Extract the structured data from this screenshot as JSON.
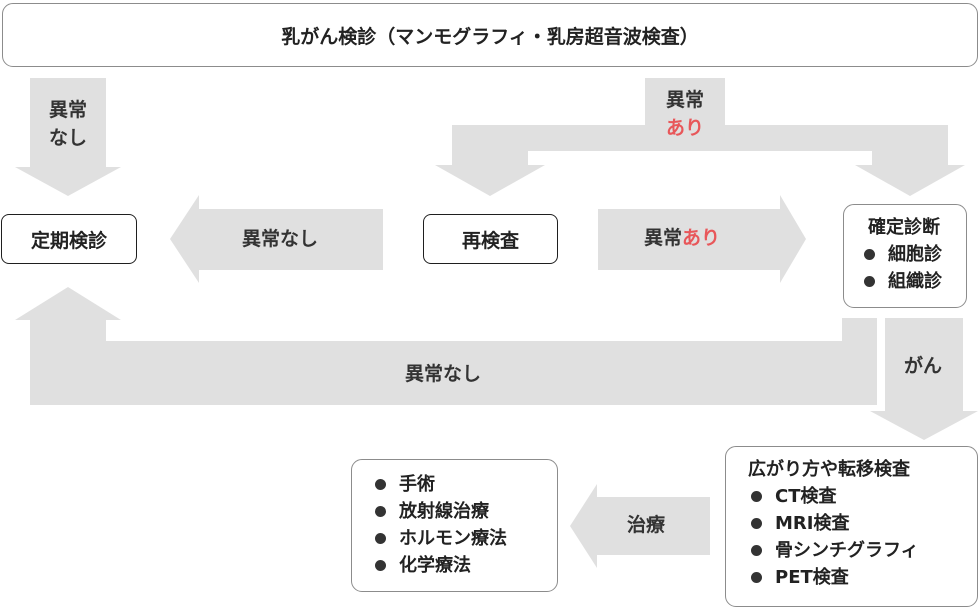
{
  "screening": {
    "title": "乳がん検診（マンモグラフィ・乳房超音波検査）"
  },
  "nodes": {
    "regular_checkup": "定期検診",
    "recheck": "再検査",
    "diagnosis": {
      "title": "確定診断",
      "items": [
        "細胞診",
        "組織診"
      ]
    },
    "staging": {
      "title": "広がり方や転移検査",
      "items": [
        "CT検査",
        "MRI検査",
        "骨シンチグラフィ",
        "PET検査"
      ]
    },
    "treatment": {
      "items": [
        "手術",
        "放射線治療",
        "ホルモン療法",
        "化学療法"
      ]
    }
  },
  "arrow_labels": {
    "no_abnormality_line1": "異常",
    "no_abnormality_line2": "なし",
    "abnormality_line1": "異常",
    "abnormality_line2": "あり",
    "recheck_no_abnormality": "異常なし",
    "recheck_abnormality_prefix": "異常",
    "recheck_abnormality_suffix": "あり",
    "diagnosis_no_abnormality": "異常なし",
    "cancer": "がん",
    "treatment": "治療"
  },
  "colors": {
    "arrow_fill": "#e0e0e0",
    "accent": "#e8575a",
    "box_border_dark": "#1f1f1f",
    "box_border_grey": "#8c8c8c",
    "bullet": "#333333"
  }
}
